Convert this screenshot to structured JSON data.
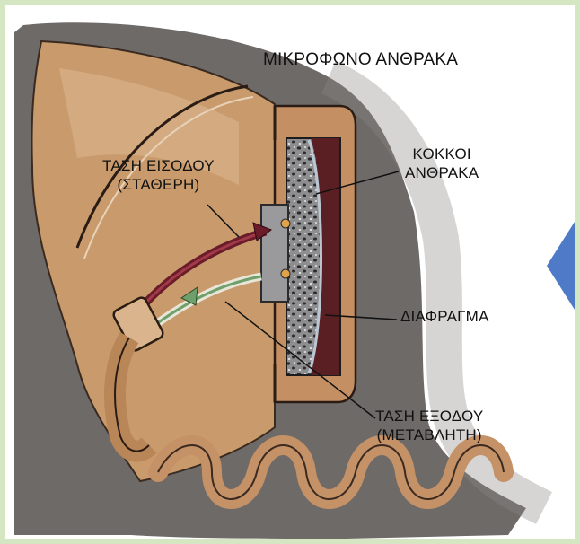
{
  "diagram": {
    "title": "ΜΙΚΡΟΦΩΝΟ ΑΝΘΡΑΚΑ",
    "labels": {
      "input_voltage": [
        "ΤΑΣΗ ΕΙΣΟΔΟΥ",
        "(ΣΤΑΘΕΡΗ)"
      ],
      "carbon_granules": [
        "ΚΟΚΚΟΙ",
        "ΑΝΘΡΑΚΑ"
      ],
      "diaphragm": "ΔΙΑΦΡΑΓΜΑ",
      "output_voltage": [
        "ΤΑΣΗ ΕΞΟΔΟΥ",
        "(ΜΕΤΑΒΛΗΤΗ)"
      ]
    }
  },
  "colors": {
    "page_background": "#d5e6c3",
    "handset_body": "#c99b6c",
    "shadow": "#55504d",
    "carbon_granules": "#8c8c8e",
    "diaphragm_cavity": "#5a1f22",
    "input_wire": "#6a1c2a",
    "output_wire": "#6f9f6a",
    "nav_arrow": "#4f7ac7"
  },
  "nav": {
    "icon": "triangle-left-icon"
  }
}
